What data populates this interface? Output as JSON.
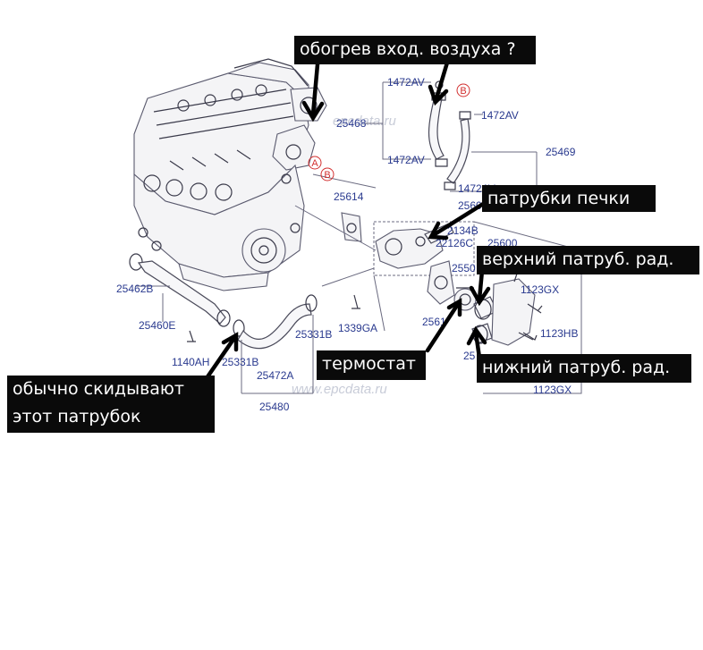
{
  "part_numbers": {
    "p1472AV_top": "1472AV",
    "p1472AV_right": "1472AV",
    "p1472AV_bottom": "1472AV",
    "p1472AV_mid": "1472AV",
    "p25468": "25468",
    "p25469": "25469",
    "p25614": "25614",
    "p25600": "25600",
    "p2134B": "2134B",
    "p22126C": "22126C",
    "p25600b": "25600",
    "p2550": "2550",
    "p2561": "2561",
    "p1123GX_a": "1123GX",
    "p1123HB": "1123HB",
    "p1123GX_b": "1123GX",
    "p25462B": "25462B",
    "p25460E": "25460E",
    "p1140AH": "1140AH",
    "p25331B_a": "25331B",
    "p25331B_b": "25331B",
    "p1339GA": "1339GA",
    "p25472A": "25472A",
    "p25480": "25480",
    "p25_bottom": "25"
  },
  "circle_labels": {
    "a_engine": "A",
    "b_engine": "B",
    "b_hose": "B"
  },
  "watermarks": {
    "top": "epcdata.ru",
    "bottom": "www.epcdata.ru"
  },
  "callouts": {
    "air_intake_heating": "обогрев вход. воздуха ?",
    "heater_hoses": "патрубки печки",
    "upper_radiator_hose": "верхний патруб. рад.",
    "thermostat": "термостат",
    "lower_radiator_hose": "нижний патруб. рад.",
    "usually_removed_line1": "обычно скидывают",
    "usually_removed_line2": "этот патрубок"
  }
}
